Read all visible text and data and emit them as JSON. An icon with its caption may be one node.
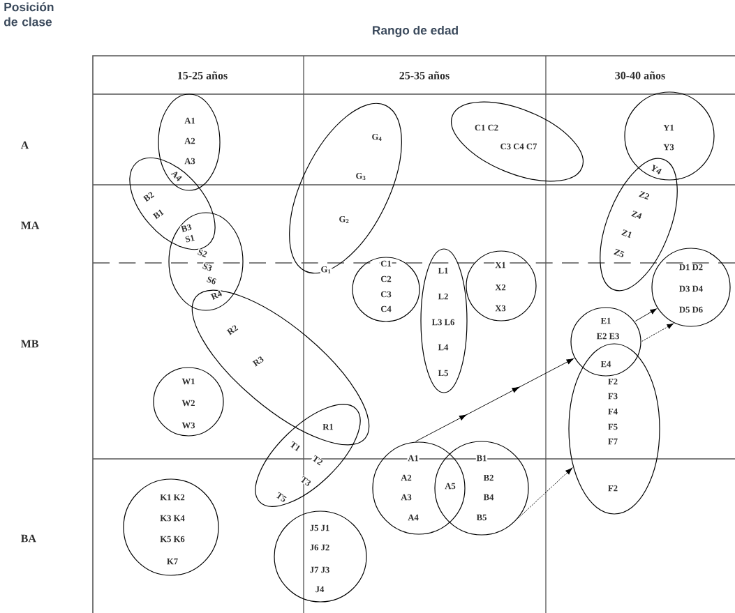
{
  "diagram": {
    "title": "Rango de edad",
    "nodes": [
      {
        "text": [
          "A1",
          "A2",
          "A3"
        ]
      },
      {
        "text": [
          "G$_{4}$",
          "G$_{3}$",
          "G$_{2}$",
          "G$_{1}$"
        ]
      },
      {
        "text": [
          "C1 C2",
          "C3 C4 C7"
        ]
      },
      {
        "text": [
          "Y1",
          "Y3"
        ]
      },
      {
        "text": [
          "B2",
          "B1"
        ]
      },
      {
        "text": [
          "Z2",
          "Z4",
          "Z1",
          "Z5"
        ]
      },
      {
        "text": [
          "S2",
          "S3",
          "S6"
        ]
      },
      {
        "text": [
          "C1",
          "C2",
          "C3",
          "C4"
        ]
      },
      {
        "text": [
          "L1",
          "L2",
          "L3 L6",
          "L4",
          "L5"
        ]
      },
      {
        "text": [
          "X1",
          "X2",
          "X3"
        ]
      },
      {
        "text": [
          "D1 D2",
          "D3 D4",
          "D5 D6"
        ]
      },
      {
        "text": [
          "R2",
          "R3"
        ]
      },
      {
        "text": [
          "E1",
          "E2 E3"
        ]
      },
      {
        "text": [
          "W1",
          "W2",
          "W3"
        ]
      },
      {
        "text": [
          "F2",
          "F3",
          "F4",
          "F5",
          "F7",
          "F2"
        ]
      },
      {
        "text": [
          "T1",
          "T2",
          "T3",
          "T5"
        ]
      },
      {
        "text": [
          "A1",
          "A2",
          "A3",
          "A4"
        ]
      },
      {
        "text": [
          "B1",
          "B2",
          "B4",
          "B5"
        ]
      },
      {
        "text": [
          "K1 K2",
          "K3 K4",
          "K5 K6",
          "K7"
        ]
      },
      {
        "text": [
          "J5 J1",
          "J6 J2",
          "J7 J3",
          "J4"
        ]
      }
    ],
    "edges": [
      {
        "from": 16,
        "to": 12,
        "arrow": "to"
      },
      {
        "from": 17,
        "to": 14,
        "arrow": "to",
        "style": "dashed"
      },
      {
        "from": 12,
        "to": 10,
        "arrow": "to"
      },
      {
        "from": 12,
        "to": 10,
        "arrow": "to",
        "style": "dashed"
      }
    ],
    "labels": [
      "Posición de clase",
      "15-25 años",
      "25-35 años",
      "30-40 años",
      "A",
      "MA",
      "MB",
      "BA",
      "A4",
      "B3",
      "S1",
      "R4",
      "R1",
      "Y4",
      "E4",
      "A5"
    ]
  }
}
